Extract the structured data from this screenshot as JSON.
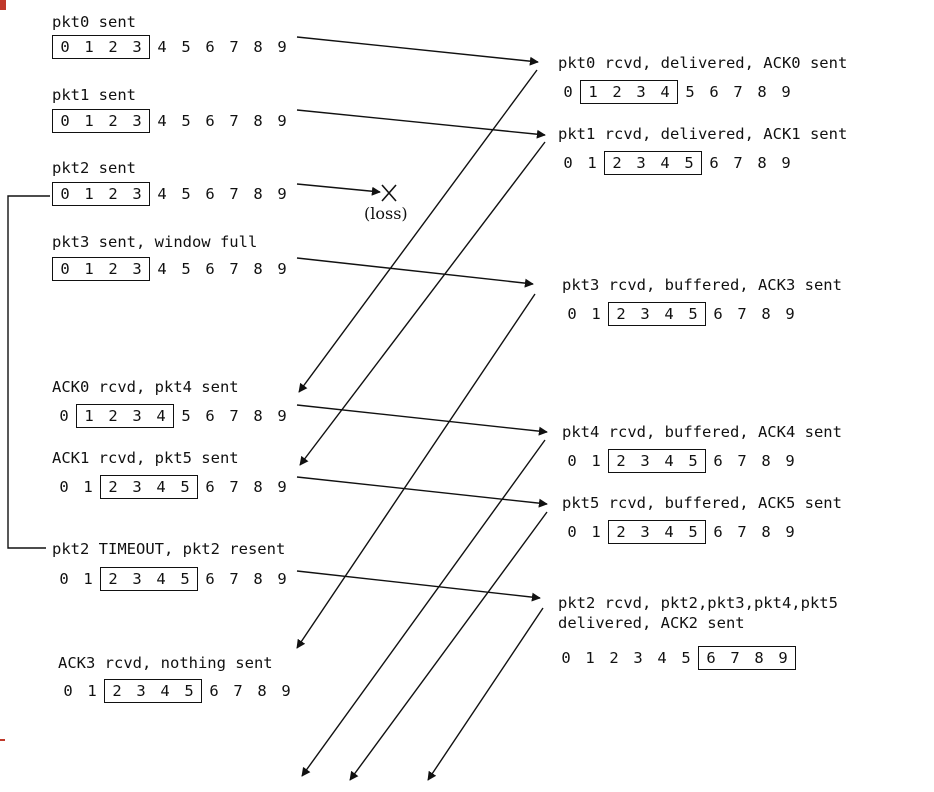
{
  "sender": {
    "events": [
      {
        "caption": "pkt0 sent",
        "base": 0
      },
      {
        "caption": "pkt1 sent",
        "base": 0
      },
      {
        "caption": "pkt2 sent",
        "base": 0
      },
      {
        "caption": "pkt3 sent, window full",
        "base": 0
      },
      {
        "caption": "ACK0 rcvd, pkt4 sent",
        "base": 1
      },
      {
        "caption": "ACK1 rcvd, pkt5 sent",
        "base": 2
      },
      {
        "caption": "pkt2 TIMEOUT, pkt2 resent",
        "base": 2
      },
      {
        "caption": "ACK3 rcvd, nothing sent",
        "base": 2
      }
    ]
  },
  "receiver": {
    "events": [
      {
        "caption": "pkt0 rcvd, delivered, ACK0 sent",
        "base": 1
      },
      {
        "caption": "pkt1 rcvd, delivered, ACK1 sent",
        "base": 2
      },
      {
        "caption": "pkt3 rcvd, buffered, ACK3 sent",
        "base": 2
      },
      {
        "caption": "pkt4 rcvd, buffered, ACK4 sent",
        "base": 2
      },
      {
        "caption": "pkt5 rcvd, buffered, ACK5 sent",
        "base": 2
      },
      {
        "caption": "pkt2 rcvd, pkt2,pkt3,pkt4,pkt5",
        "caption2": "delivered, ACK2 sent",
        "base": 6
      }
    ]
  },
  "sequence_numbers": [
    "0",
    "1",
    "2",
    "3",
    "4",
    "5",
    "6",
    "7",
    "8",
    "9"
  ],
  "window_size": 4,
  "loss_label": "(loss)"
}
